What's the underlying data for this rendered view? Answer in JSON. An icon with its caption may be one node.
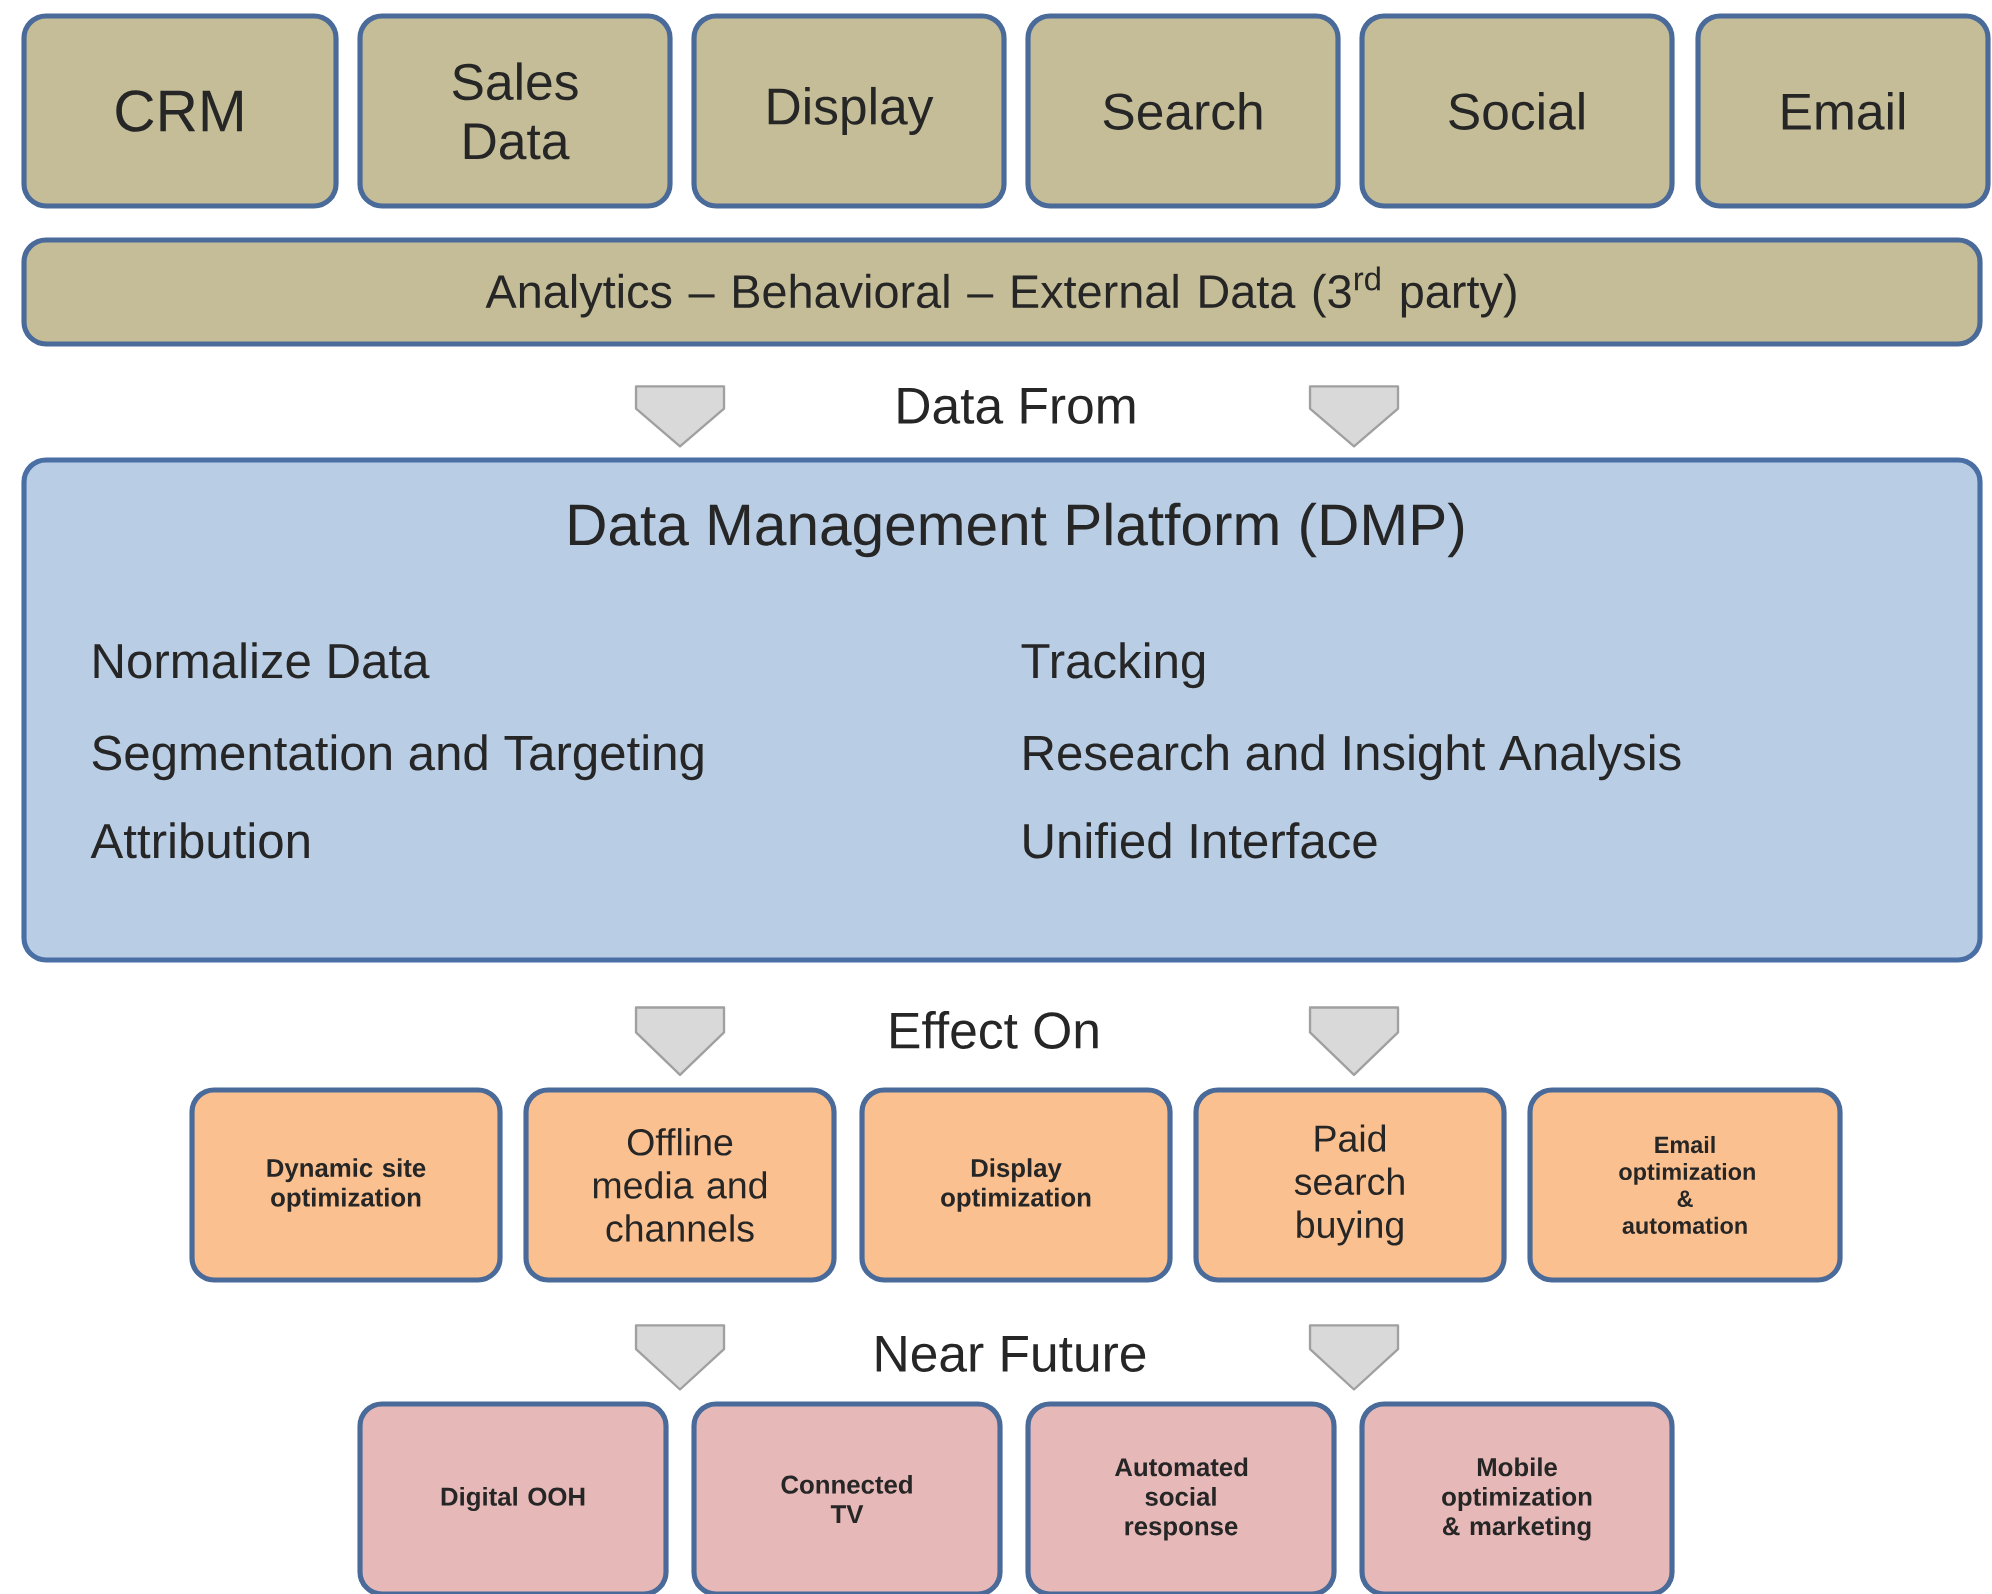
{
  "diagram": {
    "nodes": [
      {
        "text": [
          "CRM"
        ]
      },
      {
        "text": [
          "Sales Data"
        ]
      },
      {
        "text": [
          "Display"
        ]
      },
      {
        "text": [
          "Search"
        ]
      },
      {
        "text": [
          "Social"
        ]
      },
      {
        "text": [
          "Email"
        ]
      },
      {
        "text": [
          "Analytics – Behavioral – External Data (3$^{rd}$ party)"
        ]
      },
      {
        "text": [
          "Data Management Platform (DMP)",
          "Normalize Data",
          "Tracking",
          "Segmentation and Targeting",
          "Research and Insight Analysis",
          "Attribution",
          "Unified Interface"
        ]
      },
      {
        "text": [
          "Dynamic site optimization"
        ]
      },
      {
        "text": [
          "Offline media and channels"
        ]
      },
      {
        "text": [
          "Display optimization"
        ]
      },
      {
        "text": [
          "Paid search buying"
        ]
      },
      {
        "text": [
          "Email optimization & automation"
        ]
      },
      {
        "text": [
          "Digital OOH"
        ]
      },
      {
        "text": [
          "Connected TV"
        ]
      },
      {
        "text": [
          "Automated social response"
        ]
      },
      {
        "text": [
          "Mobile optimization & marketing"
        ]
      }
    ],
    "edges": [
      {
        "from": 6,
        "to": 7,
        "arrow": "to"
      },
      {
        "from": 6,
        "to": 7,
        "arrow": "to"
      },
      {
        "from": 7,
        "to": 9,
        "arrow": "to"
      },
      {
        "from": 7,
        "to": 11,
        "arrow": "to"
      },
      {
        "from": 9,
        "to": 14,
        "arrow": "to"
      },
      {
        "from": 11,
        "to": 16,
        "arrow": "to"
      }
    ],
    "labels": [
      "Data From",
      "Effect On",
      "Near Future"
    ]
  }
}
